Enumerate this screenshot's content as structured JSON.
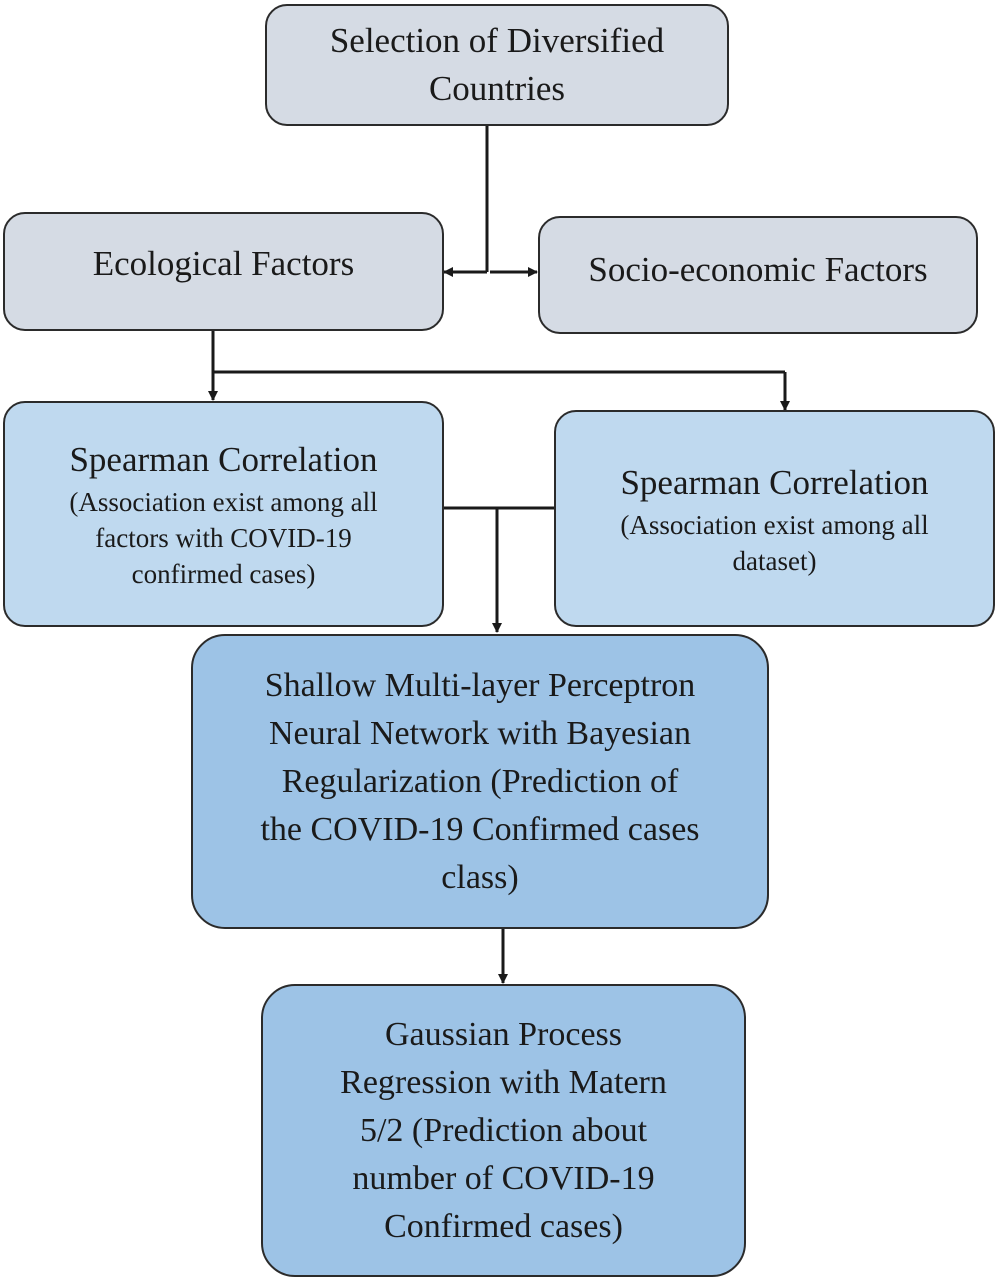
{
  "diagram": {
    "selection": {
      "line1": "Selection of Diversified",
      "line2": "Countries"
    },
    "ecological": {
      "label": "Ecological Factors"
    },
    "socioeconomic": {
      "label": "Socio-economic Factors"
    },
    "spearman_left": {
      "title": "Spearman Correlation",
      "line1": "(Association exist among all",
      "line2": "factors with COVID-19",
      "line3": "confirmed cases)"
    },
    "spearman_right": {
      "title": "Spearman Correlation",
      "line1": "(Association exist among all",
      "line2": "dataset)"
    },
    "mlp": {
      "line1": "Shallow Multi-layer Perceptron",
      "line2": "Neural Network with Bayesian",
      "line3": "Regularization (Prediction of",
      "line4": "the COVID-19 Confirmed cases",
      "line5": "class)"
    },
    "gpr": {
      "line1": "Gaussian Process",
      "line2": "Regression with Matern",
      "line3": "5/2 (Prediction about",
      "line4": "number of COVID-19",
      "line5": "Confirmed cases)"
    }
  },
  "colors": {
    "gray_box": "#d5dbe4",
    "light_blue_box": "#bfd9ef",
    "mid_blue_box": "#9dc3e6",
    "line": "#1a1a1a"
  }
}
